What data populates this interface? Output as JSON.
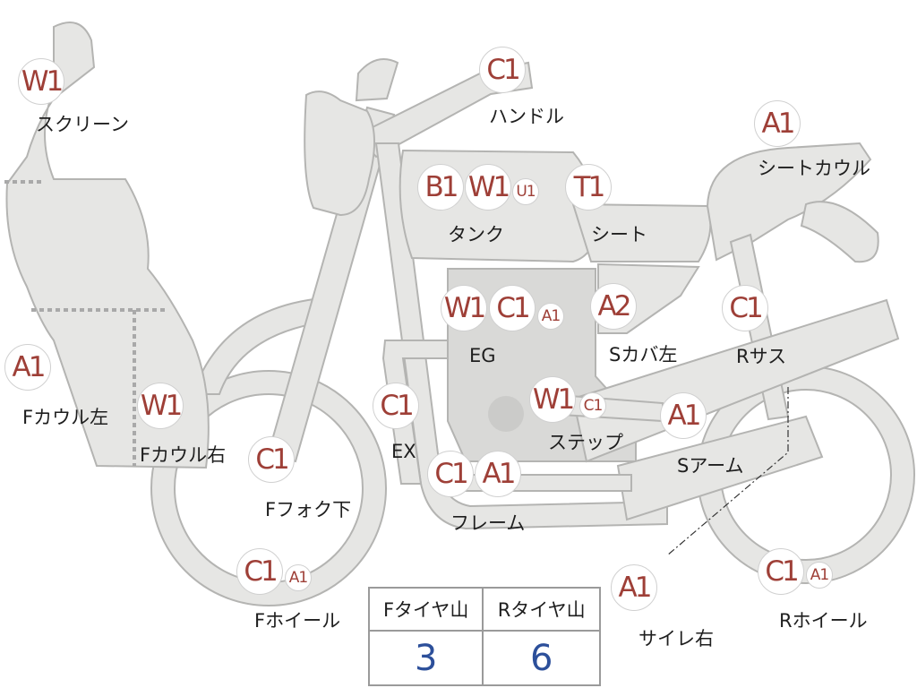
{
  "parts": [
    {
      "id": "screen",
      "label": "スクリーン",
      "codes": [
        "W1"
      ]
    },
    {
      "id": "handle",
      "label": "ハンドル",
      "codes": [
        "C1"
      ]
    },
    {
      "id": "seat-cowl",
      "label": "シートカウル",
      "codes": [
        "A1"
      ]
    },
    {
      "id": "tank",
      "label": "タンク",
      "codes": [
        "B1",
        "W1",
        "U1"
      ]
    },
    {
      "id": "seat",
      "label": "シート",
      "codes": [
        "T1"
      ]
    },
    {
      "id": "engine",
      "label": "EG",
      "codes": [
        "W1",
        "C1",
        "A1"
      ]
    },
    {
      "id": "side-cover-left",
      "label": "Sカバ左",
      "codes": [
        "A2"
      ]
    },
    {
      "id": "rear-suspension",
      "label": "Rサス",
      "codes": [
        "C1"
      ]
    },
    {
      "id": "front-cowl-left",
      "label": "Fカウル左",
      "codes": [
        "A1"
      ]
    },
    {
      "id": "front-cowl-right",
      "label": "Fカウル右",
      "codes": [
        "W1"
      ]
    },
    {
      "id": "exhaust",
      "label": "EX",
      "codes": [
        "C1"
      ]
    },
    {
      "id": "step",
      "label": "ステップ",
      "codes": [
        "W1",
        "C1"
      ]
    },
    {
      "id": "swing-arm",
      "label": "Sアーム",
      "codes": [
        "A1"
      ]
    },
    {
      "id": "front-fork-lower",
      "label": "Fフォク下",
      "codes": [
        "C1"
      ]
    },
    {
      "id": "frame",
      "label": "フレーム",
      "codes": [
        "C1",
        "A1"
      ]
    },
    {
      "id": "front-wheel",
      "label": "Fホイール",
      "codes": [
        "C1",
        "A1"
      ]
    },
    {
      "id": "muffler-right",
      "label": "サイレ右",
      "codes": [
        "A1"
      ]
    },
    {
      "id": "rear-wheel",
      "label": "Rホイール",
      "codes": [
        "C1",
        "A1"
      ]
    }
  ],
  "tire_table": {
    "headers": [
      "Fタイヤ山",
      "Rタイヤ山"
    ],
    "values": [
      "3",
      "6"
    ]
  }
}
